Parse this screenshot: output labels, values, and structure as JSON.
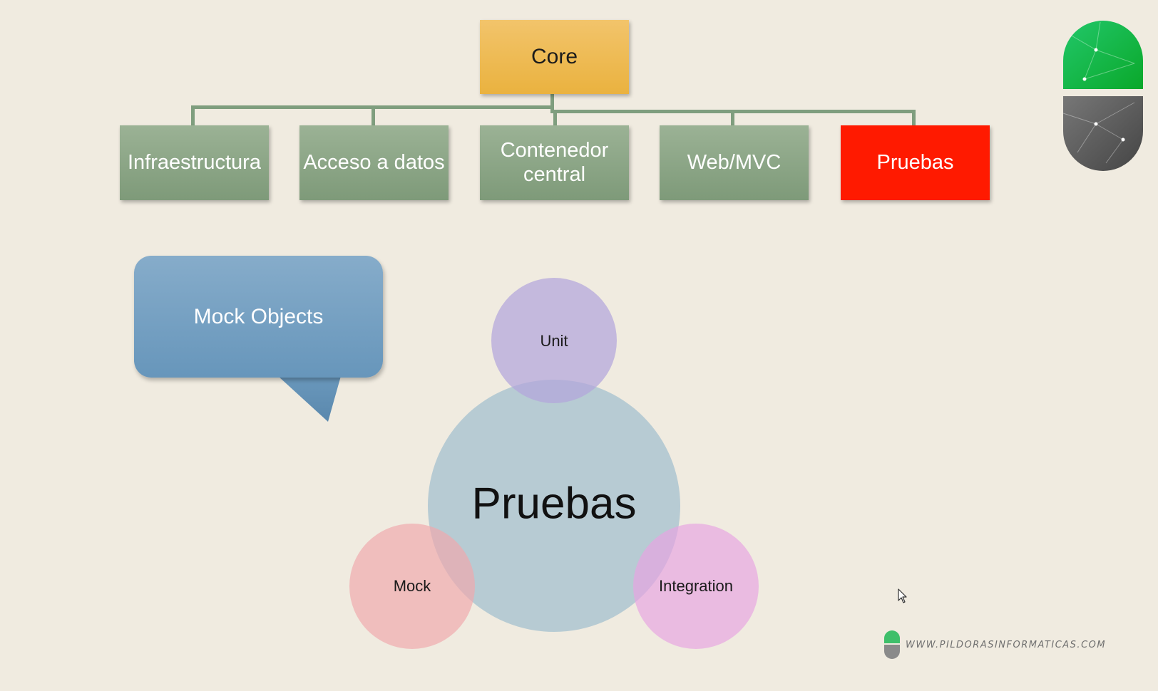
{
  "diagram": {
    "root": {
      "label": "Core"
    },
    "children": [
      {
        "label": "Infraestructura",
        "active": false
      },
      {
        "label": "Acceso a datos",
        "active": false
      },
      {
        "label": "Contenedor central",
        "active": false
      },
      {
        "label": "Web/MVC",
        "active": false
      },
      {
        "label": "Pruebas",
        "active": true
      }
    ]
  },
  "callout": {
    "label": "Mock Objects"
  },
  "venn": {
    "center": "Pruebas",
    "top": "Unit",
    "bottom_left": "Mock",
    "bottom_right": "Integration"
  },
  "watermark": {
    "text": "WWW.PILDORASINFORMATICAS.COM"
  },
  "colors": {
    "root": "#eab23f",
    "child": "#8aa785",
    "active": "#ff1a00",
    "connector": "#7f9e7e",
    "callout": "#6f9cc0",
    "venn_center": "#a9c3cf",
    "venn_unit": "#b5a9d9",
    "venn_mock": "#eeb0b4",
    "venn_integration": "#e6a9e1"
  },
  "icons": {
    "logo": "pill-logo-icon",
    "watermark_logo": "pill-logo-icon",
    "cursor": "mouse-pointer-icon"
  }
}
